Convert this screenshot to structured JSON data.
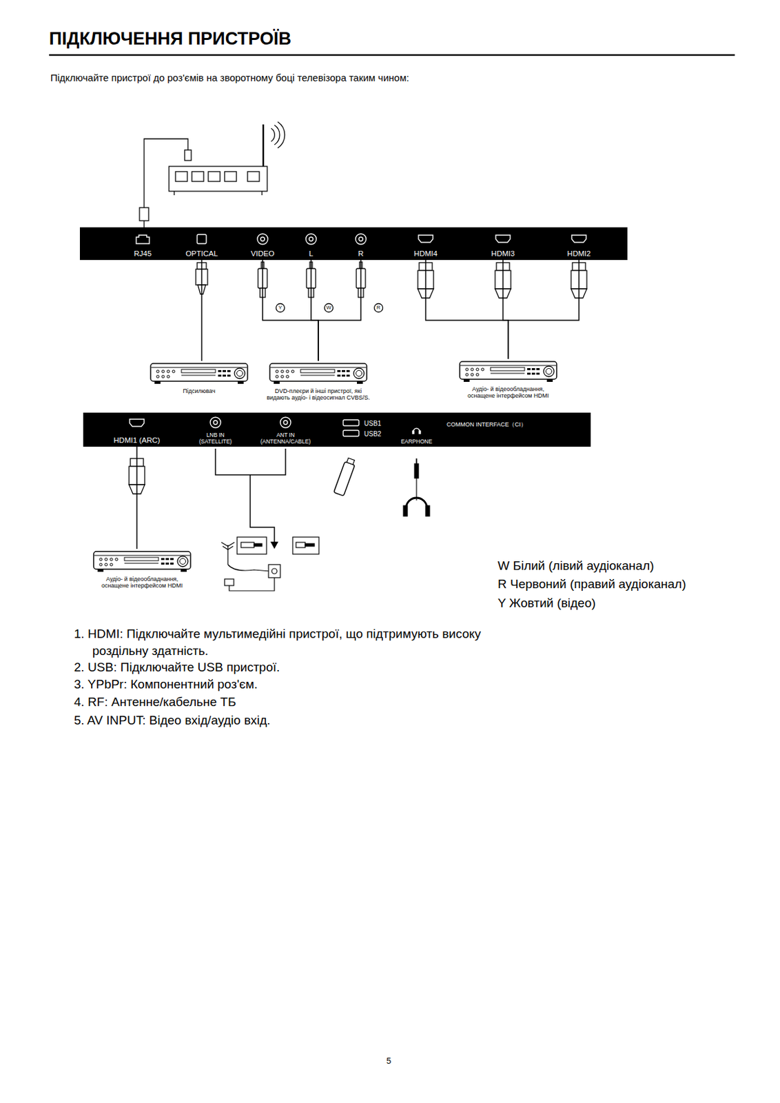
{
  "diagram": {
    "title": "ПІДКЛЮЧЕННЯ ПРИСТРОЇВ",
    "nodes": [
      {
        "text": [
          "RJ45"
        ]
      },
      {
        "text": [
          "OPTICAL"
        ]
      },
      {
        "text": [
          "VIDEO"
        ]
      },
      {
        "text": [
          "L"
        ]
      },
      {
        "text": [
          "R"
        ]
      },
      {
        "text": [
          "HDMI4"
        ]
      },
      {
        "text": [
          "HDMI3"
        ]
      },
      {
        "text": [
          "HDMI2"
        ]
      },
      {
        "text": [
          "Підсилювач"
        ]
      },
      {
        "text": [
          "DVD-плеєри й інші пристрої, які видають аудіо- і відеосигнал CVBS/S."
        ]
      },
      {
        "text": [
          "Аудіо- й відеообладнання, оснащене інтерфейсом HDMI"
        ]
      },
      {
        "text": [
          "HDMI1 (ARC)"
        ]
      },
      {
        "text": [
          "LNB IN (SATELLITE)"
        ]
      },
      {
        "text": [
          "ANT IN (ANTENNA/CABLE)"
        ]
      },
      {
        "text": [
          "USB1"
        ]
      },
      {
        "text": [
          "USB2"
        ]
      },
      {
        "text": [
          "EARPHONE"
        ]
      },
      {
        "text": [
          "Аудіо- й відеообладнання, оснащене інтерфейсом HDMI"
        ]
      }
    ],
    "edges": [
      {
        "from": 1,
        "to": 8,
        "arrow": "none"
      },
      {
        "from": 2,
        "to": 9,
        "arrow": "none"
      },
      {
        "from": 3,
        "to": 9,
        "arrow": "none"
      },
      {
        "from": 4,
        "to": 9,
        "arrow": "none"
      },
      {
        "from": 5,
        "to": 10,
        "arrow": "none"
      },
      {
        "from": 6,
        "to": 10,
        "arrow": "none"
      },
      {
        "from": 7,
        "to": 10,
        "arrow": "none"
      },
      {
        "from": 11,
        "to": 17,
        "arrow": "none"
      }
    ],
    "labels": [
      "Підключайте пристрої до роз'ємів на зворотному боці телевізора таким чином:",
      "Y",
      "W",
      "R",
      "COMMON INTERFACE（CI）",
      "1. HDMI: Підключайте мультимедійні пристрої, що підтримують високу роздільну здатність.",
      "2. USB: Підключайте USB пристрої.",
      "3. YPbPr: Компонентний роз'єм.",
      "4. RF: Антенне/кабельне ТБ",
      "5. AV INPUT: Відео вхід/аудіо вхід.",
      "5"
    ],
    "legend": [
      {
        "text": "W Білий (лівий аудіоканал)"
      },
      {
        "text": "R Червоний (правий аудіоканал)"
      },
      {
        "text": "Y Жовтий (відео)"
      }
    ]
  }
}
